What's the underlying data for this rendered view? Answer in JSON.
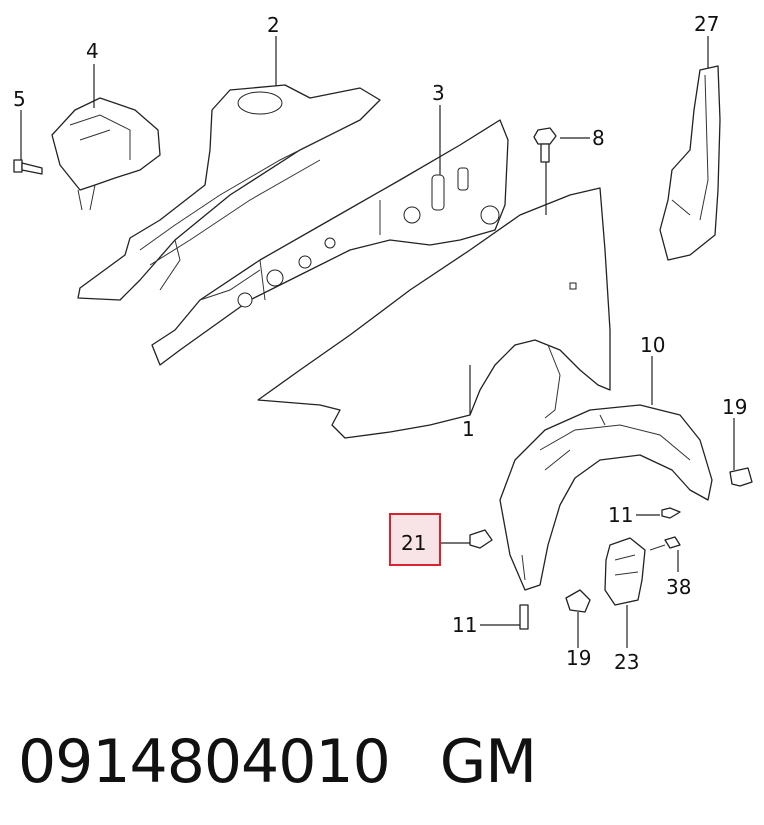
{
  "callouts": {
    "c1": "1",
    "c2": "2",
    "c3": "3",
    "c4": "4",
    "c5": "5",
    "c8": "8",
    "c10": "10",
    "c11a": "11",
    "c11b": "11",
    "c19a": "19",
    "c19b": "19",
    "c21": "21",
    "c23": "23",
    "c27": "27",
    "c38": "38"
  },
  "highlight": {
    "color": "#d9232e",
    "fill": "#f8e4e6"
  },
  "caption": {
    "part_number": "0914804010",
    "brand": "GM"
  }
}
